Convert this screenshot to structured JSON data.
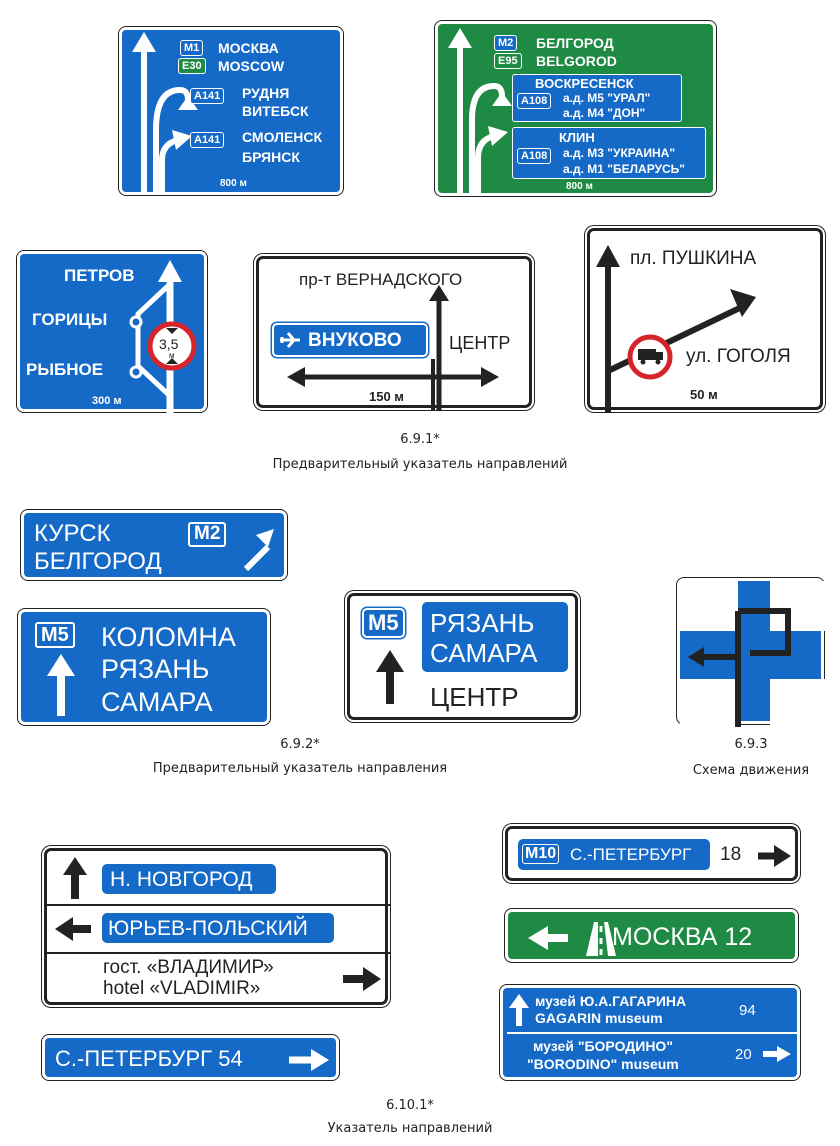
{
  "colors": {
    "blue": "#1569c7",
    "green": "#1f8a44",
    "white": "#ffffff",
    "dark": "#222222",
    "red": "#d6242b"
  },
  "s1": {
    "m1": "M1",
    "e30": "E30",
    "moskva": "МОСКВА",
    "moscow": "MOSCOW",
    "a141a": "A141",
    "rudnya": "РУДНЯ",
    "vitebsk": "ВИТЕБСК",
    "a141b": "A141",
    "smolensk": "СМОЛЕНСК",
    "bryansk": "БРЯНСК",
    "dist": "800 м"
  },
  "s2": {
    "m2": "M2",
    "e95": "E95",
    "belgorod": "БЕЛГОРОД",
    "belgorod_lat": "BELGOROD",
    "voskr": "ВОСКРЕСЕНСК",
    "a108a": "A108",
    "ad_m5": "а.д. М5 \"УРАЛ\"",
    "ad_m4": "а.д. М4 \"ДОН\"",
    "klin": "КЛИН",
    "a108b": "A108",
    "ad_m3": "а.д. М3 \"УКРАИНА\"",
    "ad_m1": "а.д. М1 \"БЕЛАРУСЬ\"",
    "dist": "800 м"
  },
  "s3": {
    "petrov": "ПЕТРОВ",
    "goritsy": "ГОРИЦЫ",
    "rybnoe": "РЫБНОЕ",
    "limit": "3,5",
    "unit": "м",
    "dist": "300 м"
  },
  "s4": {
    "prospekt": "пр-т ВЕРНАДСКОГО",
    "vnukovo": "ВНУКОВО",
    "centr": "ЦЕНТР",
    "dist": "150 м"
  },
  "s5": {
    "pushkina": "пл. ПУШКИНА",
    "gogolya": "ул. ГОГОЛЯ",
    "dist": "50 м"
  },
  "cap1": {
    "num": "6.9.1*",
    "title": "Предварительный указатель направлений"
  },
  "s6": {
    "kursk": "КУРСК",
    "belgorod": "БЕЛГОРОД",
    "m2": "M2"
  },
  "s7": {
    "m5": "M5",
    "kolomna": "КОЛОМНА",
    "ryazan": "РЯЗАНЬ",
    "samara": "САМАРА"
  },
  "s8": {
    "m5": "M5",
    "ryazan": "РЯЗАНЬ",
    "samara": "САМАРА",
    "centr": "ЦЕНТР"
  },
  "cap2": {
    "num": "6.9.2*",
    "title": "Предварительный указатель направления"
  },
  "cap3": {
    "num": "6.9.3",
    "title": "Схема движения"
  },
  "s10": {
    "n_novgorod": "Н. НОВГОРОД",
    "yuryev": "ЮРЬЕВ-ПОЛЬСКИЙ",
    "gost": "гост. «ВЛАДИМИР»",
    "hotel": "hotel «VLADIMIR»"
  },
  "s11": {
    "text": "С.-ПЕТЕРБУРГ 54"
  },
  "s12": {
    "m10": "M10",
    "city": "С.-ПЕТЕРБУРГ",
    "dist": "18"
  },
  "s13": {
    "text": "МОСКВА 12"
  },
  "s14": {
    "muz1": "музей Ю.А.ГАГАРИНА",
    "gagarin": "GAGARIN museum",
    "d1": "94",
    "muz2": "музей \"БОРОДИНО\"",
    "borodino": "\"BORODINO\" museum",
    "d2": "20"
  },
  "cap4": {
    "num": "6.10.1*",
    "title": "Указатель направлений"
  }
}
